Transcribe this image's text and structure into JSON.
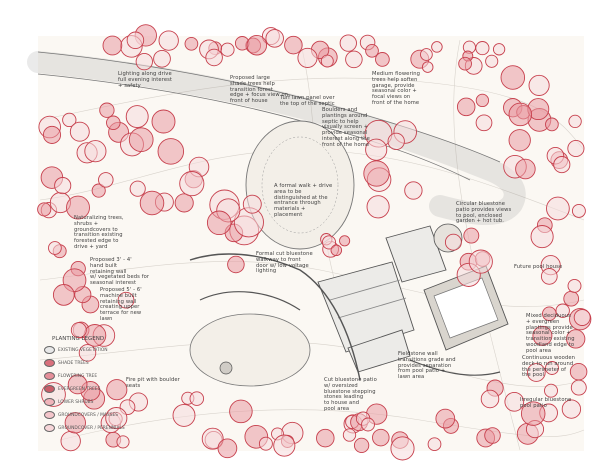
{
  "colors": {
    "paper": "#fbf8f3",
    "red_tree": "#c7414e",
    "red_light": "#e99aa2",
    "pencil": "#6c6c6c",
    "stone": "#b9b9b9"
  },
  "notes": [
    {
      "id": "lighting",
      "lines": [
        "Lighting along drive",
        "full evening interest",
        "+ safety"
      ]
    },
    {
      "id": "large-shade",
      "lines": [
        "Proposed large",
        "shade trees help",
        "transition forest",
        "edge + focus view on",
        "front of house"
      ]
    },
    {
      "id": "lawn-panel",
      "lines": [
        "Turf lawn panel over",
        "the top of the septic"
      ]
    },
    {
      "id": "boulders",
      "lines": [
        "Boulders and",
        "plantings around",
        "septic to help",
        "visually screen +",
        "provide seasonal",
        "interest along the",
        "front of the home"
      ]
    },
    {
      "id": "medium-flowering",
      "lines": [
        "Medium flowering",
        "trees help soften",
        "garage, provide",
        "seasonal color +",
        "focal views on",
        "front of the home"
      ]
    },
    {
      "id": "naturalizing",
      "lines": [
        "Naturalizing trees,",
        "shrubs +",
        "groundcovers to",
        "transition existing",
        "forested edge to",
        "drive + yard"
      ]
    },
    {
      "id": "formal-walk",
      "lines": [
        "A formal walk + drive",
        "area to be",
        "distinguished at the",
        "entrance through",
        "materials +",
        "placement"
      ]
    },
    {
      "id": "circular-bluestone",
      "lines": [
        "Circular bluestone",
        "patio provides views",
        "to pool, enclosed",
        "garden + hot tub."
      ]
    },
    {
      "id": "hand-built-wall",
      "lines": [
        "Proposed 3' - 4'",
        "hand built",
        "retaining wall",
        "w/ vegetated beds for",
        "seasonal interest"
      ]
    },
    {
      "id": "cut-bluestone-walk",
      "lines": [
        "Formal cut bluestone",
        "walkway to front",
        "door w/ low voltage",
        "lighting"
      ]
    },
    {
      "id": "future-pool-house",
      "lines": [
        "Future pool house"
      ]
    },
    {
      "id": "machine-built-wall",
      "lines": [
        "Proposed 5' - 6'",
        "machine built",
        "retaining wall",
        "creating upper",
        "terrace for new",
        "lawn"
      ]
    },
    {
      "id": "mixed-deciduous",
      "lines": [
        "Mixed deciduous",
        "+ evergreen",
        "plantings provide",
        "seasonal color +",
        "transition existing",
        "woodland edge to",
        "pool area"
      ]
    },
    {
      "id": "fire-pit",
      "lines": [
        "Fire pit with boulder",
        "seats"
      ]
    },
    {
      "id": "cut-bluestone-patio",
      "lines": [
        "Cut bluestone patio",
        "w/ oversized",
        "bluestone stepping",
        "stones leading",
        "to house and",
        "pool area"
      ]
    },
    {
      "id": "fieldstone-wall",
      "lines": [
        "Fieldstone wall",
        "transitions grade and",
        "provides separation",
        "from pool patio +",
        "lawn area"
      ]
    },
    {
      "id": "continuous-deck",
      "lines": [
        "Continuous wooden",
        "deck to run around",
        "the perimeter of",
        "the pool"
      ]
    },
    {
      "id": "irregular-patio",
      "lines": [
        "Irregular bluestone",
        "pool patio"
      ]
    }
  ],
  "legend": {
    "title": "PLANTING LEGEND",
    "items": [
      {
        "label": "EXISTING VEGETATION",
        "swatch": "#e8e8e8"
      },
      {
        "label": "SHADE TREES",
        "swatch": "#d9707c"
      },
      {
        "label": "FLOWERING TREE",
        "swatch": "#e58f99"
      },
      {
        "label": "EVERGREEN TREES",
        "swatch": "#c95d68"
      },
      {
        "label": "LOWER SHRUBS",
        "swatch": "#f0b4ba"
      },
      {
        "label": "GROUNDCOVERS / MASSES",
        "swatch": "#f4c6cb"
      },
      {
        "label": "GROUNDCOVER / PERENNIALS",
        "swatch": "#f7d6d9"
      }
    ]
  }
}
